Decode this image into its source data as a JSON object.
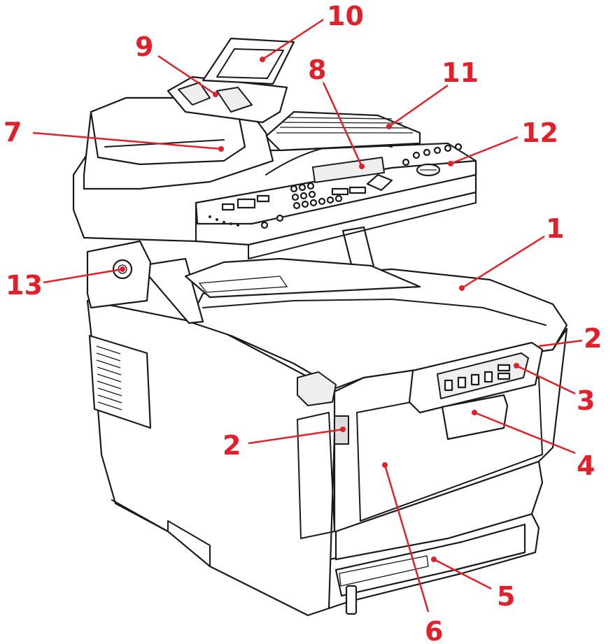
{
  "figure": {
    "subject": "multifunction printer external parts diagram",
    "accent_color": "#e0202a",
    "line_color": "#1a1a1a"
  },
  "callouts": [
    {
      "id": "1",
      "label": "1"
    },
    {
      "id": "2a",
      "label": "2"
    },
    {
      "id": "2b",
      "label": "2"
    },
    {
      "id": "3",
      "label": "3"
    },
    {
      "id": "4",
      "label": "4"
    },
    {
      "id": "5",
      "label": "5"
    },
    {
      "id": "6",
      "label": "6"
    },
    {
      "id": "7",
      "label": "7"
    },
    {
      "id": "8",
      "label": "8"
    },
    {
      "id": "9",
      "label": "9"
    },
    {
      "id": "10",
      "label": "10"
    },
    {
      "id": "11",
      "label": "11"
    },
    {
      "id": "12",
      "label": "12"
    },
    {
      "id": "13",
      "label": "13"
    }
  ]
}
